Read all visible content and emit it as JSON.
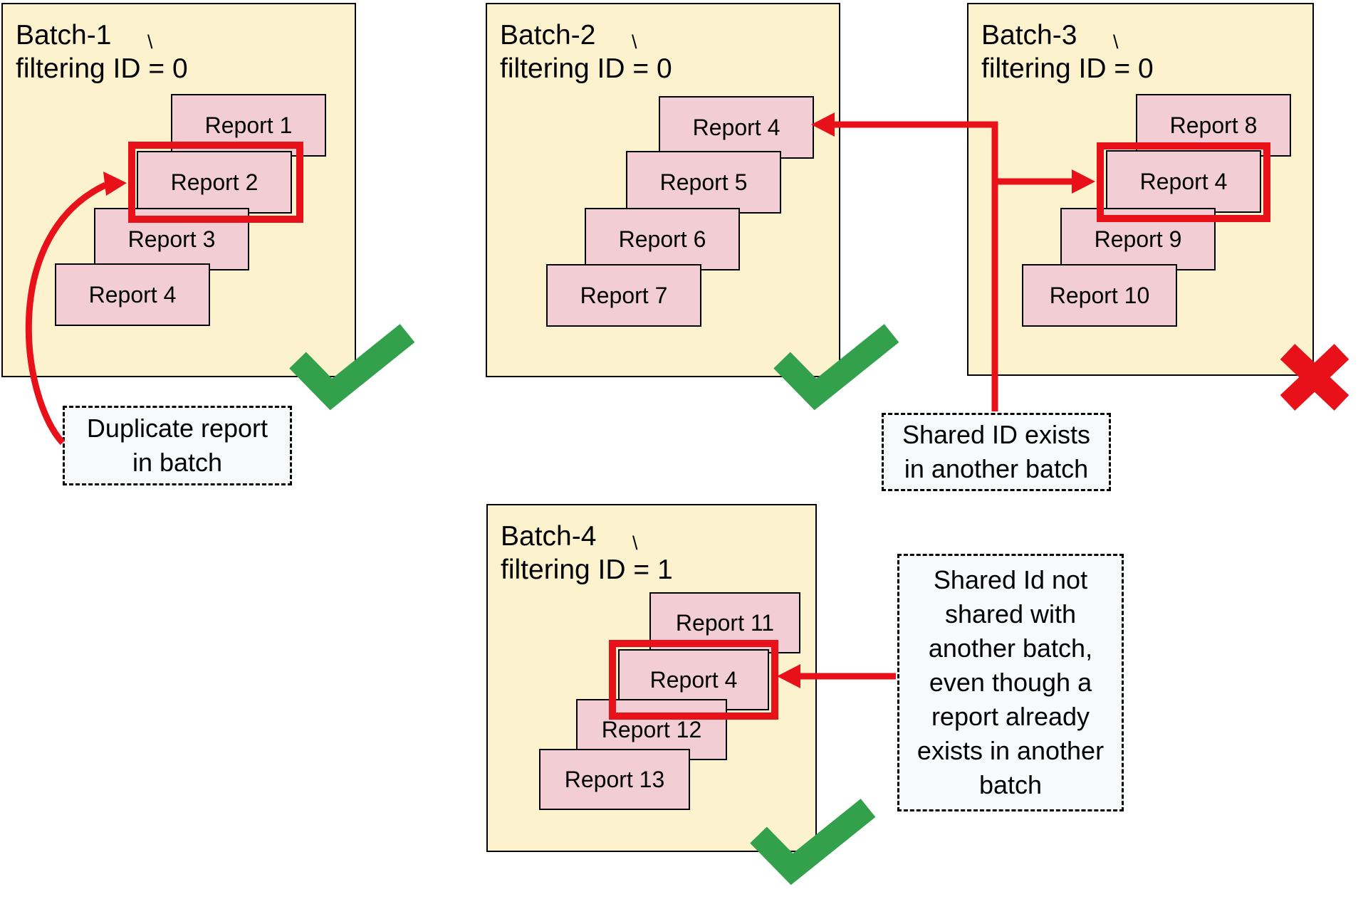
{
  "colors": {
    "canvas-bg": "#ffffff",
    "batch-bg": "#fcf2ce",
    "batch-border": "#000000",
    "card-bg": "#f2ced4",
    "card-border": "#000000",
    "accent-red": "#e8111a",
    "accent-green": "#33a04c",
    "note-bg": "#f7f9fa",
    "note-border": "#000000",
    "text": "#000000"
  },
  "batches": [
    {
      "title": "Batch-1",
      "subtitle": "filtering ID = 0",
      "tick": "\\",
      "status": "accepted",
      "reports": [
        {
          "label": "Report 1",
          "highlighted": false
        },
        {
          "label": "Report 2",
          "highlighted": true
        },
        {
          "label": "Report 3",
          "highlighted": false
        },
        {
          "label": "Report 4",
          "highlighted": false
        }
      ]
    },
    {
      "title": "Batch-2",
      "subtitle": "filtering ID = 0",
      "tick": "\\",
      "status": "accepted",
      "reports": [
        {
          "label": "Report 4",
          "highlighted": false
        },
        {
          "label": "Report 5",
          "highlighted": false
        },
        {
          "label": "Report 6",
          "highlighted": false
        },
        {
          "label": "Report 7",
          "highlighted": false
        }
      ]
    },
    {
      "title": "Batch-3",
      "subtitle": "filtering ID = 0",
      "tick": "\\",
      "status": "rejected",
      "reports": [
        {
          "label": "Report 8",
          "highlighted": false
        },
        {
          "label": "Report 4",
          "highlighted": true
        },
        {
          "label": "Report 9",
          "highlighted": false
        },
        {
          "label": "Report 10",
          "highlighted": false
        }
      ]
    },
    {
      "title": "Batch-4",
      "subtitle": "filtering ID = 1",
      "tick": "\\",
      "status": "accepted",
      "reports": [
        {
          "label": "Report 11",
          "highlighted": false
        },
        {
          "label": "Report 4",
          "highlighted": true
        },
        {
          "label": "Report 12",
          "highlighted": false
        },
        {
          "label": "Report 13",
          "highlighted": false
        }
      ]
    }
  ],
  "notes": [
    {
      "lines": [
        "Duplicate report",
        "in batch"
      ]
    },
    {
      "lines": [
        "Shared ID exists",
        "in another batch"
      ]
    },
    {
      "lines": [
        "Shared Id not",
        "shared with",
        "another batch,",
        "even though a",
        "report already",
        "exists in another",
        "batch"
      ]
    }
  ]
}
